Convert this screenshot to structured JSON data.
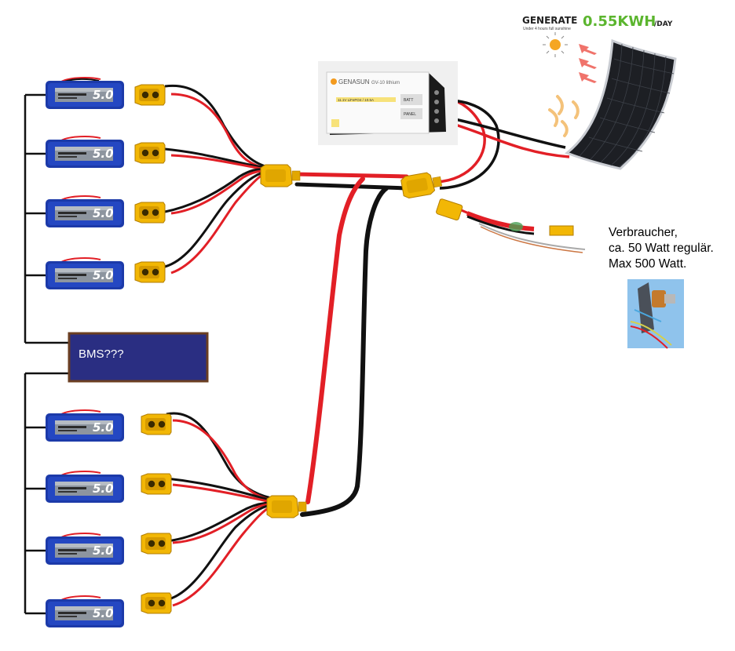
{
  "header": {
    "generate_word": "GENERATE",
    "generate_value": "0.55KWH",
    "generate_unit": "/DAY",
    "generate_subtitle": "Under 4 hours full sunshine"
  },
  "controller": {
    "brand": "GENASUN",
    "model": "GV-10 lithium",
    "spec": "11.1V LiFePO4 / 10.5A",
    "terminal_batt": "BATT",
    "terminal_panel": "PANEL"
  },
  "battery": {
    "label": "5.0",
    "count_top": 4,
    "count_bottom": 4
  },
  "bms": {
    "label": "BMS???"
  },
  "consumer": {
    "line1": "Verbraucher,",
    "line2": "ca. 50 Watt regulär.",
    "line3": "Max 500 Watt."
  },
  "colors": {
    "wire_red": "#e21f26",
    "wire_black": "#111111",
    "xt60_yellow": "#f2b705",
    "battery_blue": "#1c3aa9",
    "bms_fill": "#2a2e82",
    "bms_border": "#6b3f22",
    "generate_green": "#5bb52e"
  }
}
